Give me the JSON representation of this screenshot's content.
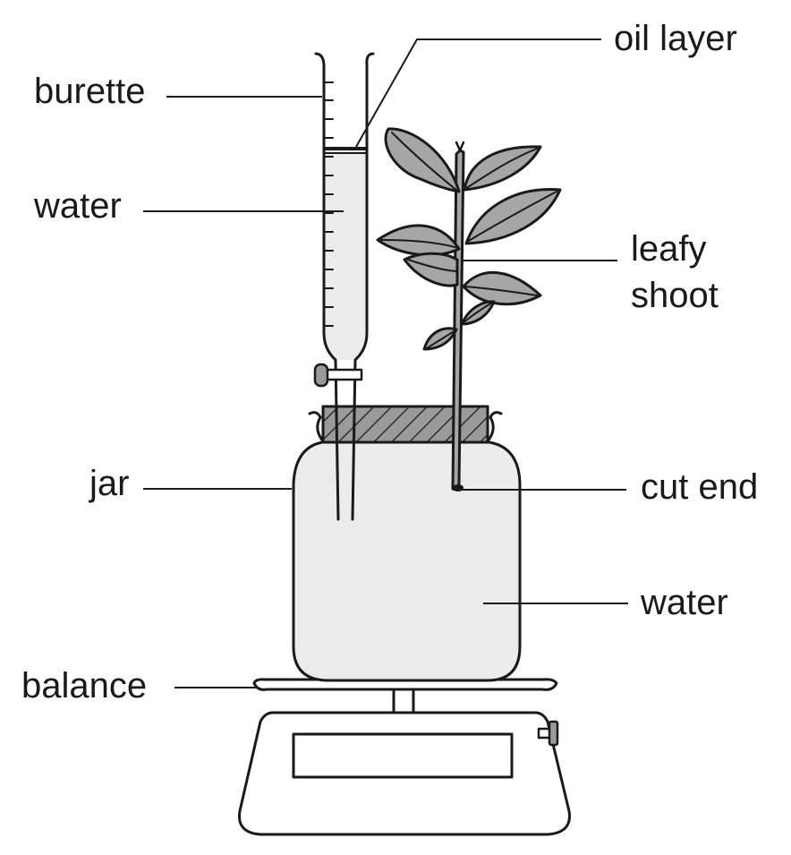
{
  "labels": {
    "burette": "burette",
    "oil_layer": "oil layer",
    "water_burette": "water",
    "leafy_shoot_line1": "leafy",
    "leafy_shoot_line2": "shoot",
    "jar": "jar",
    "cut_end": "cut end",
    "water_jar": "water",
    "balance": "balance"
  },
  "colors": {
    "outline": "#1a1a1a",
    "liquid_fill": "#ebebeb",
    "leaf_fill": "#a6a6a6",
    "stopper_fill": "#9a9a9a",
    "balance_fill": "#ffffff"
  }
}
